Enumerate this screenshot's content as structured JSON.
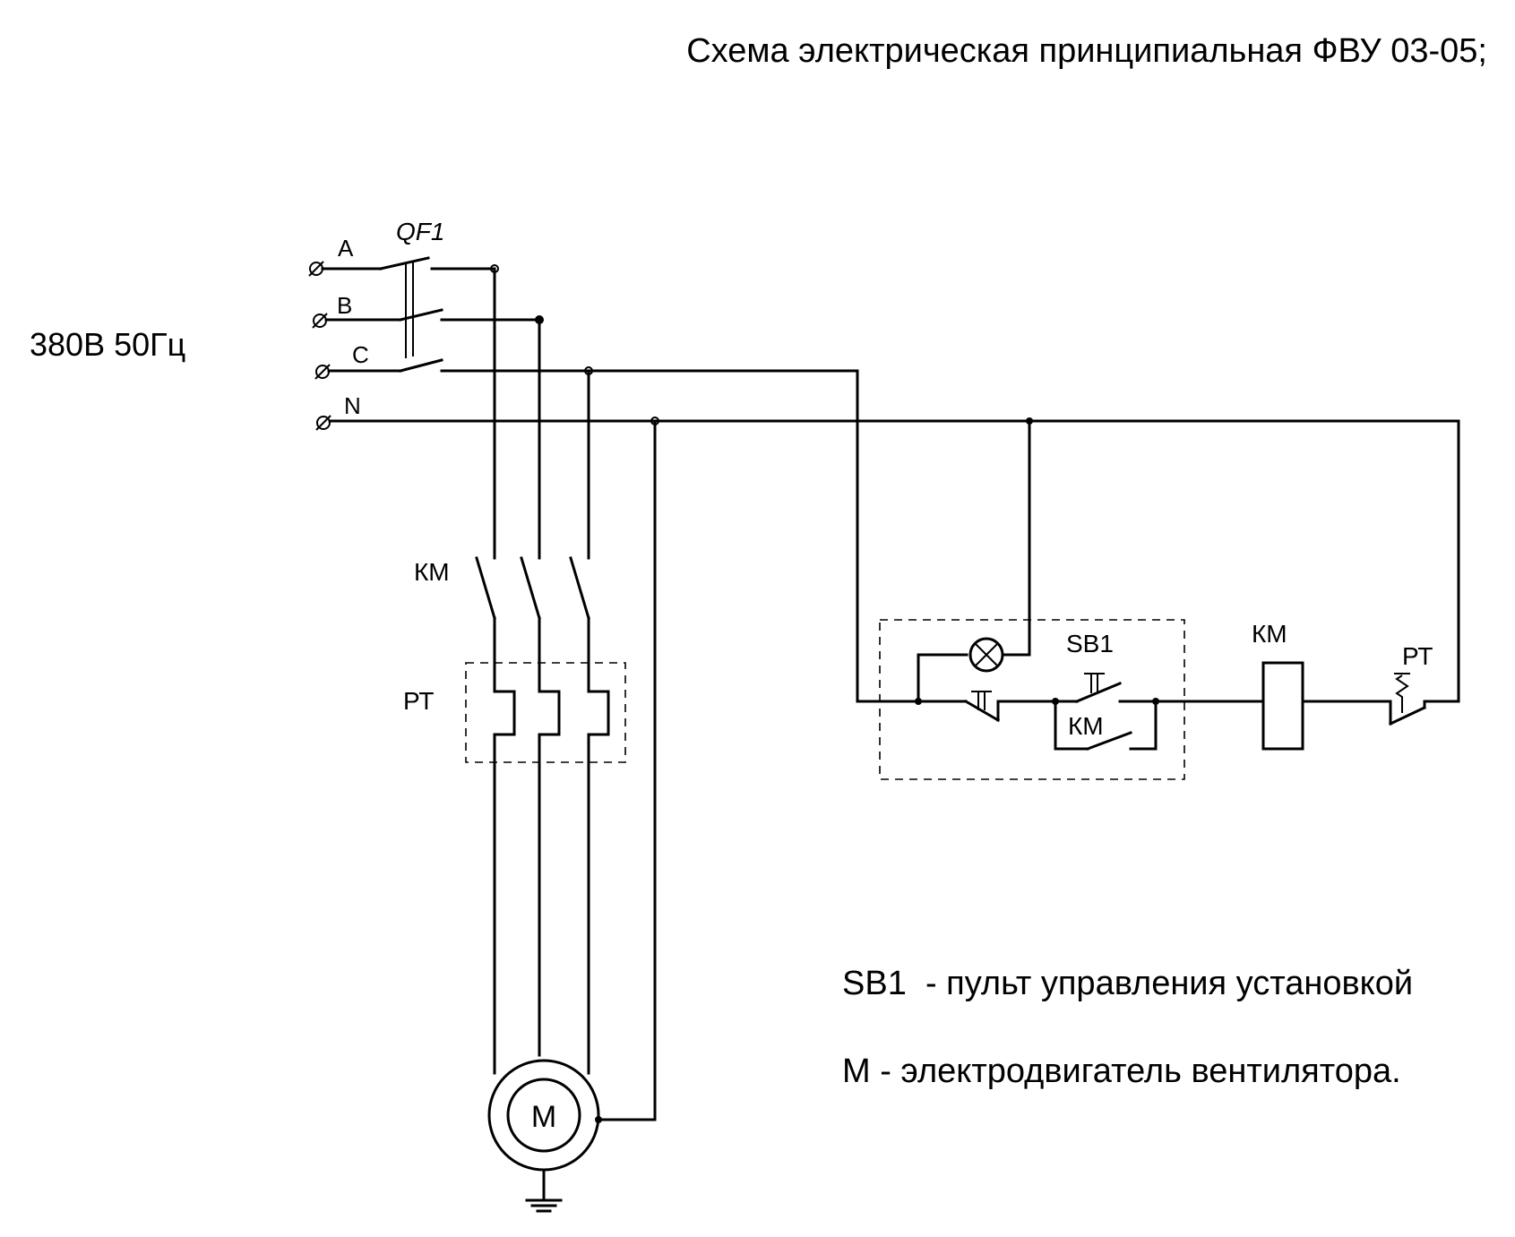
{
  "title": "Схема электрическая принципиальная ФВУ 03-05;",
  "supply": "380В 50Гц",
  "terminals": [
    "A",
    "B",
    "C",
    "N"
  ],
  "breaker": "QF1",
  "contactor": "КМ",
  "thermal_relay": "РТ",
  "control": {
    "button": "SB1",
    "aux_contact": "КМ",
    "coil": "КМ",
    "relay_contact": "РТ"
  },
  "motor": "М",
  "legend": [
    "SB1  - пульт управления установкой",
    "М - электродвигатель вентилятора."
  ]
}
